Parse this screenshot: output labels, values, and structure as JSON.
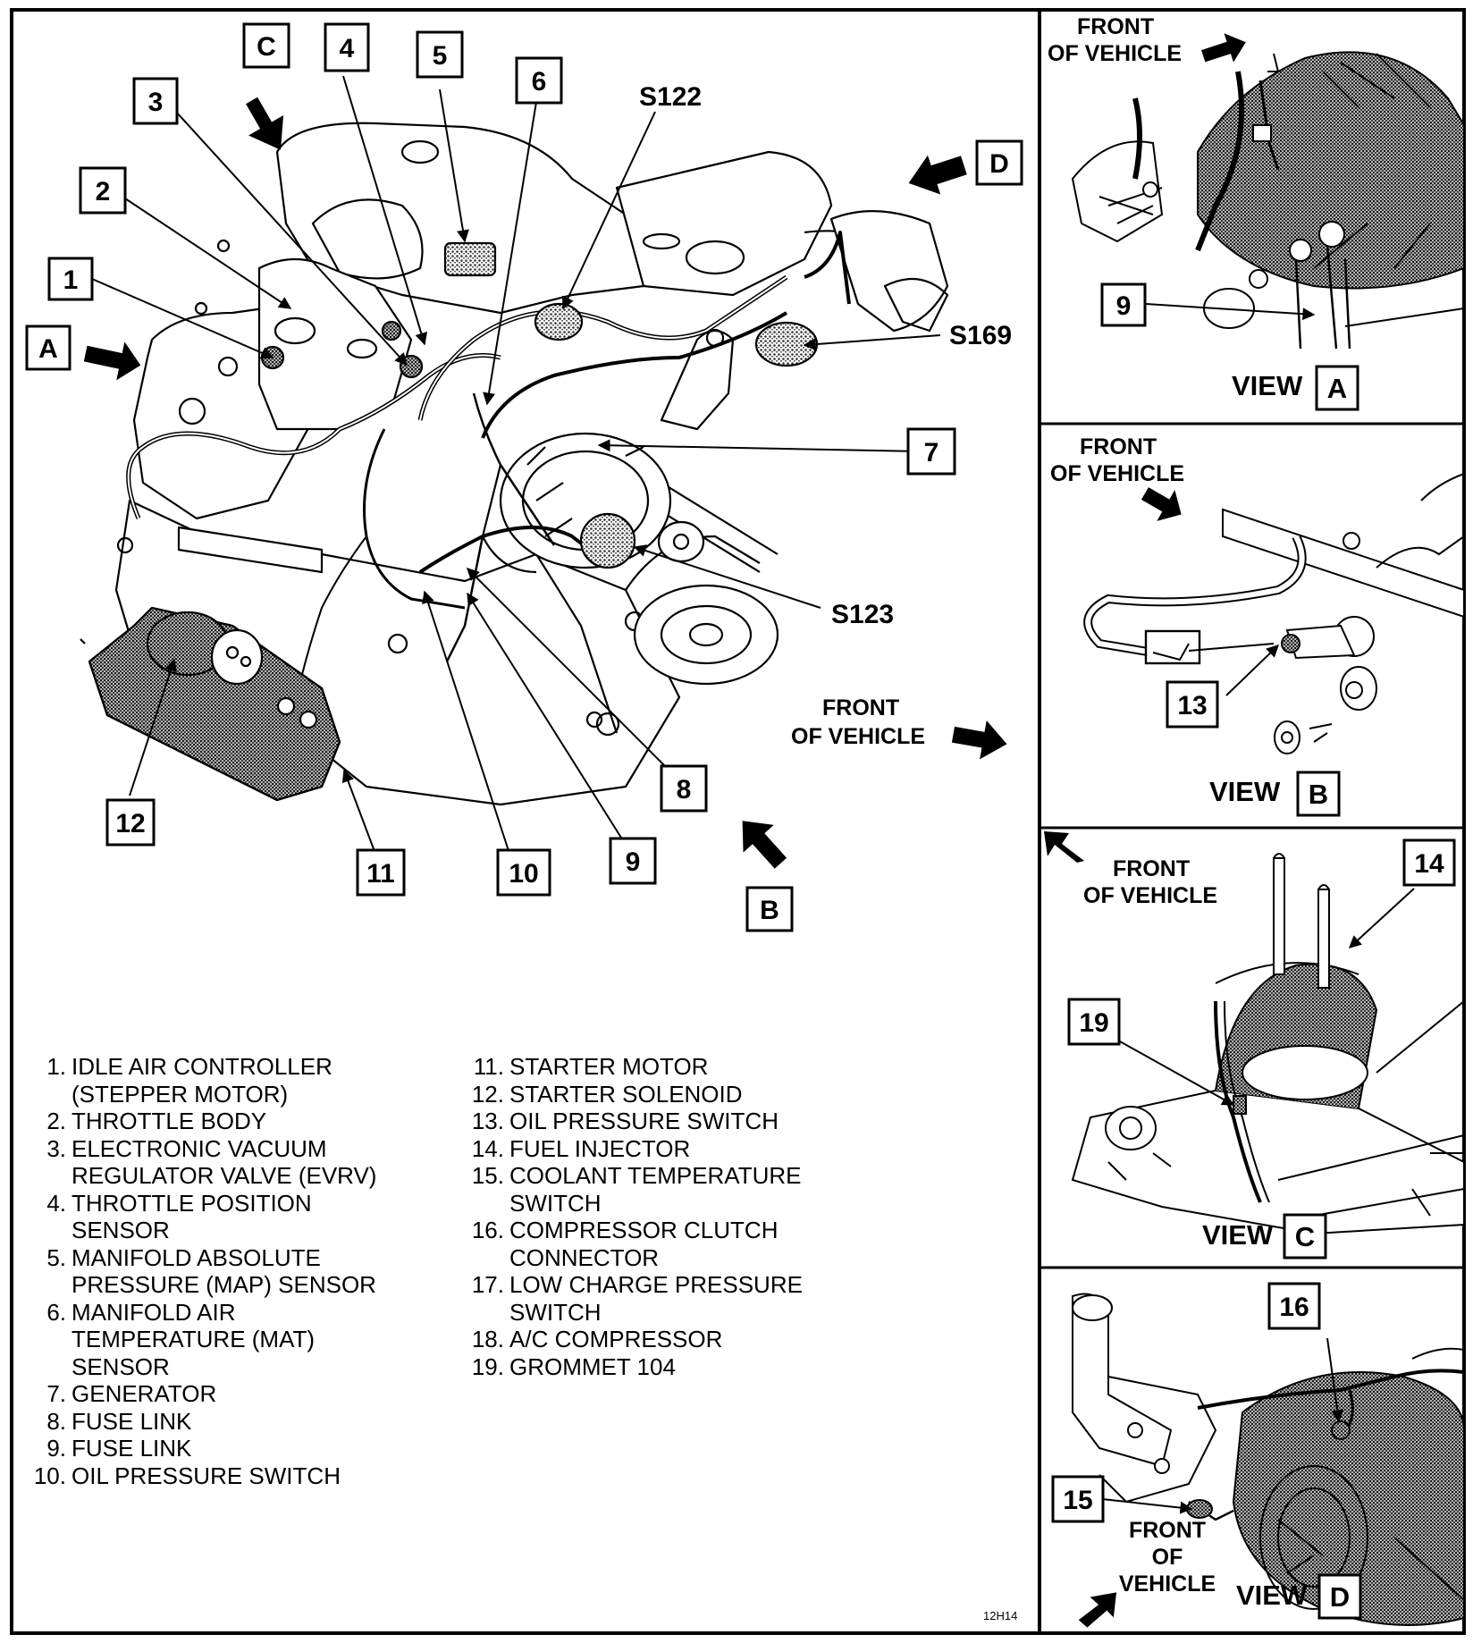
{
  "main_view": {
    "callouts": [
      "1",
      "2",
      "3",
      "4",
      "5",
      "6",
      "7",
      "8",
      "9",
      "10",
      "11",
      "12"
    ],
    "view_markers": [
      "A",
      "B",
      "C",
      "D"
    ],
    "splices": [
      "S122",
      "S169",
      "S123"
    ],
    "front_of_vehicle": [
      "FRONT",
      "OF VEHICLE"
    ]
  },
  "view_a": {
    "front": [
      "FRONT",
      "OF VEHICLE"
    ],
    "callout": "9",
    "caption": "VIEW",
    "letter": "A"
  },
  "view_b": {
    "front": [
      "FRONT",
      "OF VEHICLE"
    ],
    "callout": "13",
    "caption": "VIEW",
    "letter": "B"
  },
  "view_c": {
    "front": [
      "FRONT",
      "OF VEHICLE"
    ],
    "callouts": [
      "14",
      "19"
    ],
    "caption": "VIEW",
    "letter": "C"
  },
  "view_d": {
    "front": [
      "FRONT",
      "OF",
      "VEHICLE"
    ],
    "callouts": [
      "16",
      "15"
    ],
    "caption": "VIEW",
    "letter": "D"
  },
  "legend_left": [
    {
      "num": "1.",
      "text": "IDLE AIR CONTROLLER\n(STEPPER MOTOR)"
    },
    {
      "num": "2.",
      "text": "THROTTLE BODY"
    },
    {
      "num": "3.",
      "text": "ELECTRONIC VACUUM\nREGULATOR VALVE (EVRV)"
    },
    {
      "num": "4.",
      "text": "THROTTLE POSITION\nSENSOR"
    },
    {
      "num": "5.",
      "text": "MANIFOLD ABSOLUTE\nPRESSURE (MAP) SENSOR"
    },
    {
      "num": "6.",
      "text": "MANIFOLD AIR\nTEMPERATURE (MAT)\nSENSOR"
    },
    {
      "num": "7.",
      "text": "GENERATOR"
    },
    {
      "num": "8.",
      "text": "FUSE LINK"
    },
    {
      "num": "9.",
      "text": "FUSE LINK"
    },
    {
      "num": "10.",
      "text": "OIL PRESSURE SWITCH"
    }
  ],
  "legend_right": [
    {
      "num": "11.",
      "text": "STARTER MOTOR"
    },
    {
      "num": "12.",
      "text": "STARTER SOLENOID"
    },
    {
      "num": "13.",
      "text": "OIL PRESSURE SWITCH"
    },
    {
      "num": "14.",
      "text": "FUEL INJECTOR"
    },
    {
      "num": "15.",
      "text": "COOLANT TEMPERATURE\nSWITCH"
    },
    {
      "num": "16.",
      "text": "COMPRESSOR CLUTCH\nCONNECTOR"
    },
    {
      "num": "17.",
      "text": "LOW CHARGE PRESSURE\nSWITCH"
    },
    {
      "num": "18.",
      "text": "A/C COMPRESSOR"
    },
    {
      "num": "19.",
      "text": "GROMMET 104"
    }
  ],
  "figure_code": "12H14",
  "colors": {
    "ink": "#000000",
    "paper": "#ffffff",
    "stipple": "#8c8c8c",
    "stipple_dark": "#5a5a5a"
  }
}
